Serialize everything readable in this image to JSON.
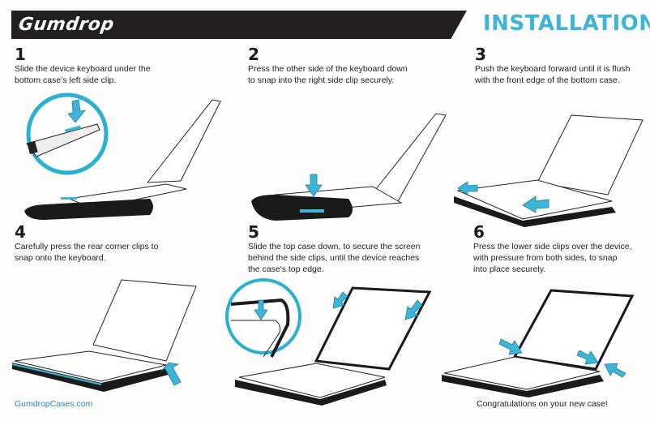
{
  "header": {
    "brand": "Gumdrop",
    "title": "INSTALLATION"
  },
  "colors": {
    "accent": "#3db5d9",
    "header_bg": "#231f20",
    "text": "#222222"
  },
  "steps": [
    {
      "number": "1",
      "text": "Slide the device keyboard under the\nbottom case’s left side clip."
    },
    {
      "number": "2",
      "text": "Press the other side of the keyboard down\nto snap into the right side clip securely."
    },
    {
      "number": "3",
      "text": "Push the keyboard forward until it is flush\nwith the front edge of the bottom case."
    },
    {
      "number": "4",
      "text": "Carefully press the rear corner clips to\nsnap onto the keyboard."
    },
    {
      "number": "5",
      "text": "Slide the top case down, to secure the screen\nbehind the side clips, until the device reaches\nthe case's top edge."
    },
    {
      "number": "6",
      "text": "Press the lower side clips over the device,\nwith pressure from both sides, to snap\ninto place securely."
    }
  ],
  "footer": {
    "website": "GumdropCases.com",
    "message": "Congratulations on your new case!"
  }
}
